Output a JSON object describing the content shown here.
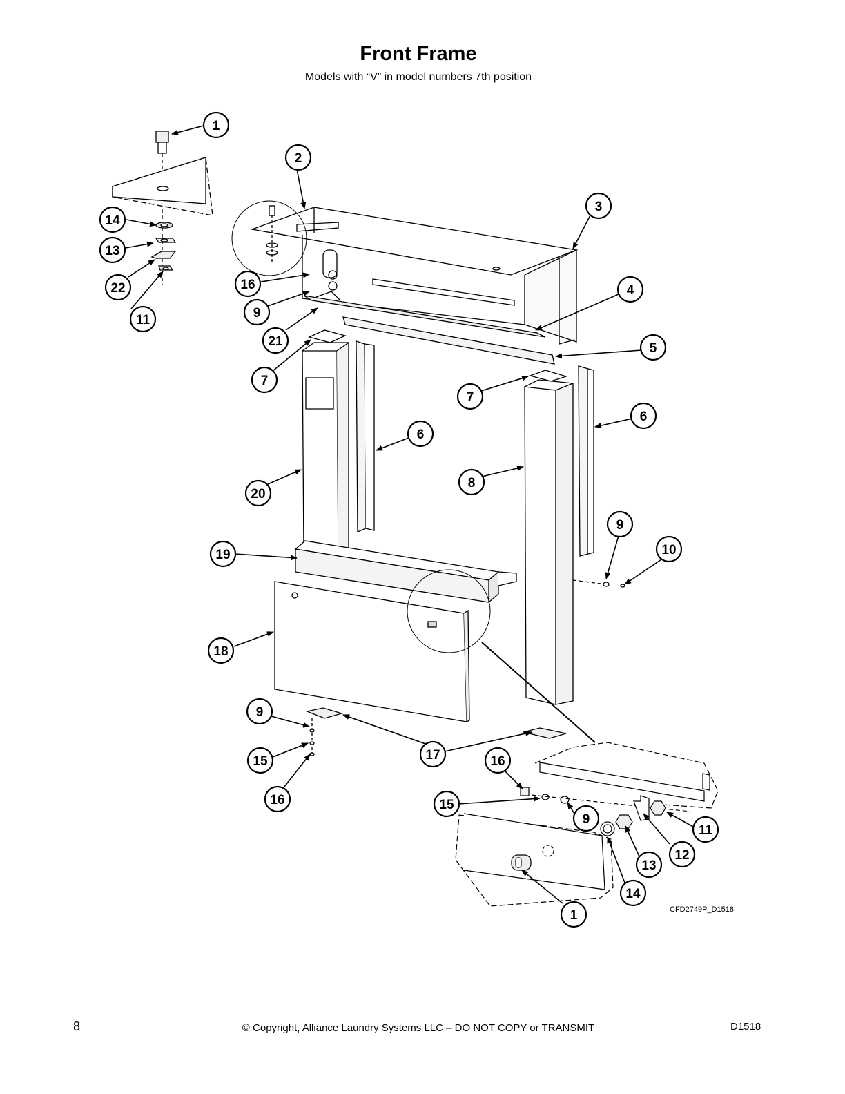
{
  "title": "Front Frame",
  "subtitle": "Models with “V” in model numbers 7th position",
  "drawing_id": "CFD2749P_D1518",
  "footer": {
    "page_number": "8",
    "copyright": "© Copyright, Alliance Laundry Systems LLC – DO NOT COPY or TRANSMIT",
    "doc_code": "D1518"
  },
  "callouts": [
    {
      "id": "c1a",
      "number": "1"
    },
    {
      "id": "c2",
      "number": "2"
    },
    {
      "id": "c3",
      "number": "3"
    },
    {
      "id": "c4",
      "number": "4"
    },
    {
      "id": "c5",
      "number": "5"
    },
    {
      "id": "c6a",
      "number": "6"
    },
    {
      "id": "c6b",
      "number": "6"
    },
    {
      "id": "c7a",
      "number": "7"
    },
    {
      "id": "c7b",
      "number": "7"
    },
    {
      "id": "c8",
      "number": "8"
    },
    {
      "id": "c9a",
      "number": "9"
    },
    {
      "id": "c9b",
      "number": "9"
    },
    {
      "id": "c9c",
      "number": "9"
    },
    {
      "id": "c9d",
      "number": "9"
    },
    {
      "id": "c10",
      "number": "10"
    },
    {
      "id": "c11a",
      "number": "11"
    },
    {
      "id": "c11b",
      "number": "11"
    },
    {
      "id": "c12",
      "number": "12"
    },
    {
      "id": "c13a",
      "number": "13"
    },
    {
      "id": "c13b",
      "number": "13"
    },
    {
      "id": "c14a",
      "number": "14"
    },
    {
      "id": "c14b",
      "number": "14"
    },
    {
      "id": "c15a",
      "number": "15"
    },
    {
      "id": "c15b",
      "number": "15"
    },
    {
      "id": "c16a",
      "number": "16"
    },
    {
      "id": "c16b",
      "number": "16"
    },
    {
      "id": "c16c",
      "number": "16"
    },
    {
      "id": "c17",
      "number": "17"
    },
    {
      "id": "c18",
      "number": "18"
    },
    {
      "id": "c19",
      "number": "19"
    },
    {
      "id": "c20",
      "number": "20"
    },
    {
      "id": "c21",
      "number": "21"
    },
    {
      "id": "c22",
      "number": "22"
    },
    {
      "id": "c1b",
      "number": "1"
    }
  ]
}
